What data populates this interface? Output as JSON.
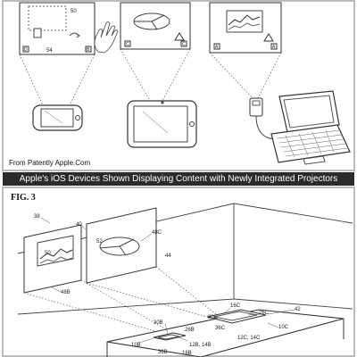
{
  "top_panel": {
    "source_text": "From Patently Apple.Com",
    "screen1": {
      "ref": "50",
      "sub": "54",
      "left_tag": "D",
      "right_tag": "B"
    },
    "screen2": {
      "left_tag": "C",
      "right_tag": "C"
    },
    "screen3": {
      "left_tag": "A",
      "right_tag": "A"
    }
  },
  "banner": {
    "title": "Apple's iOS Devices Shown Displaying Content with Newly Integrated Projectors"
  },
  "figure": {
    "label": "FIG. 3",
    "refs": {
      "r38": "38",
      "r40": "40",
      "r48c": "48C",
      "r44": "44",
      "r50": "50",
      "r52": "52",
      "r48b": "48B",
      "r16c": "16C",
      "r30c": "30C",
      "r26c": "26C",
      "r42": "42",
      "r30b": "30B",
      "r26b": "26B",
      "r36c": "36C",
      "r12c14c": "12C, 14C",
      "r10c": "10C",
      "r10b": "10B",
      "r12b14b": "12B, 14B",
      "r36b": "36B",
      "r16b": "16B"
    }
  }
}
